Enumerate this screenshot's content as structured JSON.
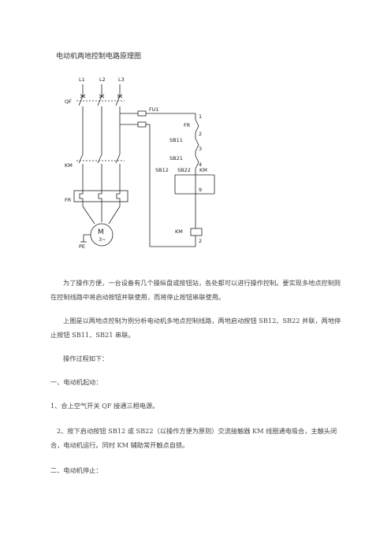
{
  "doc": {
    "title": "电动机两地控制电路原理图",
    "paragraphs": [
      "为了操作方便，一台设备有几个操纵盘或按钮站，各处都可以进行操作控制。要实现多地点控制则在控制线路中将启动按钮并联使用，而将停止按钮串联使用。",
      "上图是以两地点控制为例分析电动机多地点控制线路，两地启动按钮 SB12、SB22 并联，两地停止按钮 SB11、SB21 串联。",
      "操作过程如下：",
      "一、电动机起动：",
      "1、合上空气开关 QF 接通三相电源。",
      "2、按下启动按钮 SB12 或 SB22（以操作方便为原则）交流接触器 KM 线圈通电吸合，主触头闭合，电动机运行。同时 KM 辅助常开触点自锁。",
      "二、电动机停止："
    ]
  },
  "diagram": {
    "labels": {
      "l1": "L1",
      "l2": "L2",
      "l3": "L3",
      "qf": "QF",
      "fu1": "FU1",
      "km_main": "KM",
      "fr_main": "FR",
      "motor_m": "M",
      "motor_3": "3~",
      "pe": "PE",
      "n1": "1",
      "fr_ctrl": "FR",
      "n2": "2",
      "sb11": "SB11",
      "n3": "3",
      "sb21": "SB21",
      "n4": "4",
      "sb12": "SB12",
      "sb22": "SB22",
      "km_aux": "KM",
      "n9": "9",
      "km_coil": "KM",
      "n2b": "2"
    }
  }
}
